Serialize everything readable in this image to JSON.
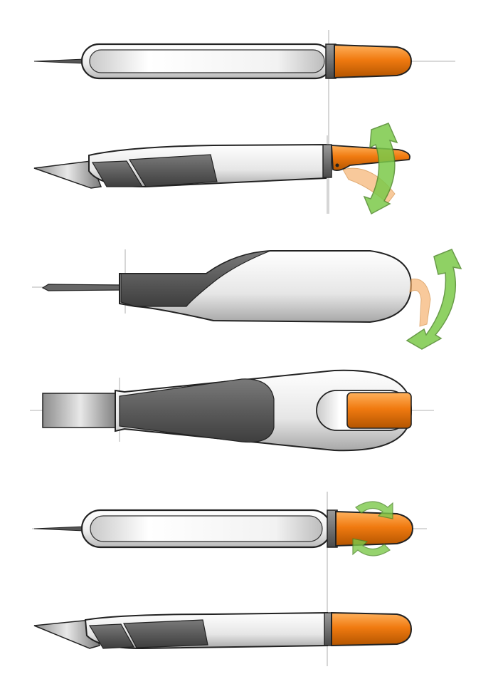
{
  "colors": {
    "accent_orange": "#f07a10",
    "arrow_green": "#7cc94a",
    "body_white": "#f4f4f4",
    "grip_grey": "#5b5b5b",
    "collar_grey": "#6e6e6e",
    "outline": "#222222",
    "construction_line": "#9a9a9a"
  },
  "views": [
    {
      "id": "top-view",
      "icon": "knife-top-view"
    },
    {
      "id": "side-view-lever-open",
      "icon": "knife-side-view",
      "motion": "curved-rotation-arrow"
    },
    {
      "id": "side-view-curved-handle",
      "icon": "knife-profile-view",
      "motion": "curved-rotation-arrow"
    },
    {
      "id": "bottom-view-wide-blade",
      "icon": "knife-bottom-view"
    },
    {
      "id": "top-view-rotating-cap",
      "icon": "knife-top-view",
      "motion": "twist-arrows"
    },
    {
      "id": "side-view-closed",
      "icon": "knife-side-view"
    }
  ]
}
